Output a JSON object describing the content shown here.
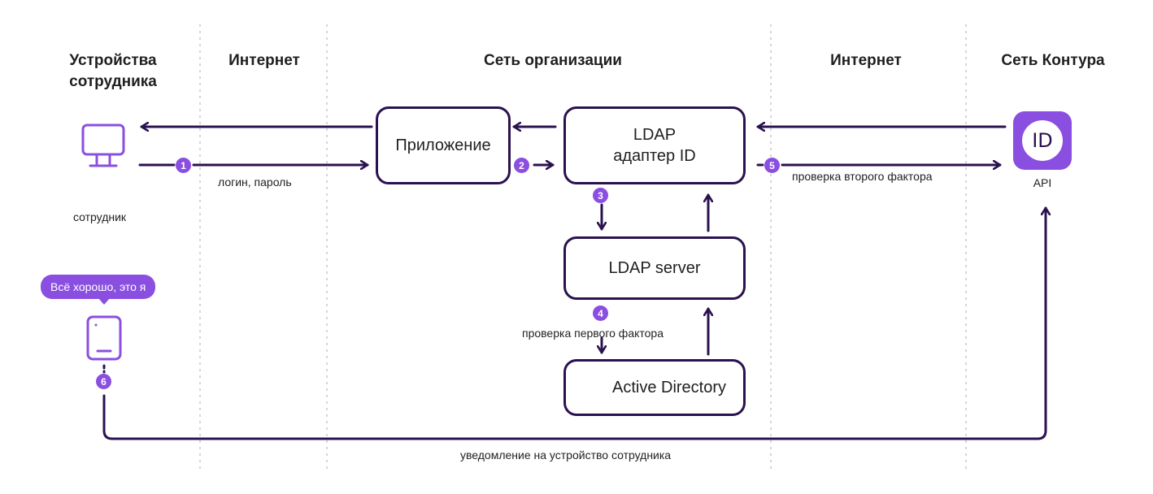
{
  "columns": {
    "employee_devices": "Устройства\nсотрудника",
    "internet_left": "Интернет",
    "org_network": "Сеть организации",
    "internet_right": "Интернет",
    "kontur_network": "Сеть Контура"
  },
  "nodes": {
    "application": "Приложение",
    "ldap_adapter": "LDAP\nадаптер ID",
    "ldap_server": "LDAP server",
    "active_directory": "Active Directory",
    "id_logo": "ID",
    "api": "API",
    "employee": "сотрудник"
  },
  "labels": {
    "login_password": "логин, пароль",
    "second_factor": "проверка второго фактора",
    "first_factor": "проверка первого фактора",
    "notification": "уведомление на устройство сотрудника",
    "bubble": "Всё хорошо, это я"
  },
  "steps": [
    "1",
    "2",
    "3",
    "4",
    "5",
    "6"
  ],
  "icons": [
    "monitor-icon",
    "phone-icon",
    "share-icon",
    "id-logo-icon"
  ],
  "colors": {
    "accent": "#8a4fe0",
    "stroke": "#2a1250",
    "divider": "#c9c9c9"
  }
}
